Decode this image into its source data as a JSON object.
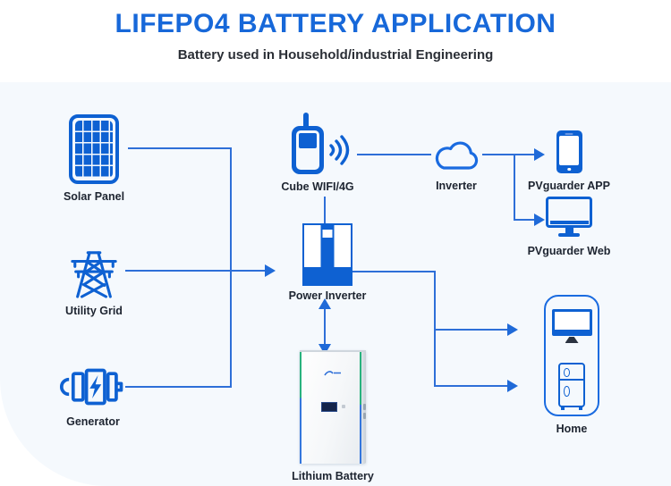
{
  "header": {
    "title": "LIFEPO4 BATTERY APPLICATION",
    "subtitle": "Battery used in Household/industrial Engineering"
  },
  "colors": {
    "title_blue": "#1768d9",
    "icon_blue": "#0e61d2",
    "line_blue": "#2e6fd8",
    "outline_blue": "#1a6be0",
    "label_dark": "#1d2430",
    "panel_bg": "#f5f9fd",
    "battery_green": "#29b27e"
  },
  "nodes": {
    "solar_panel": {
      "label": "Solar Panel",
      "icon": "solar-panel-icon"
    },
    "utility_grid": {
      "label": "Utility Grid",
      "icon": "transmission-tower-icon"
    },
    "generator": {
      "label": "Generator",
      "icon": "generator-icon"
    },
    "cube_wifi": {
      "label": "Cube WIFI/4G",
      "icon": "wifi-device-icon"
    },
    "power_inverter": {
      "label": "Power Inverter",
      "icon": "inverter-unit-icon"
    },
    "cloud": {
      "label": "Inverter",
      "icon": "cloud-icon"
    },
    "pvguarder_app": {
      "label": "PVguarder APP",
      "icon": "smartphone-icon"
    },
    "pvguarder_web": {
      "label": "PVguarder Web",
      "icon": "monitor-icon"
    },
    "lithium_battery": {
      "label": "Lithium Battery",
      "icon": "battery-cabinet-image"
    },
    "home": {
      "label": "Home",
      "icon": "home-appliances-icon"
    }
  },
  "edges": [
    {
      "from": "solar_panel",
      "to": "power_inverter",
      "arrow": "end"
    },
    {
      "from": "utility_grid",
      "to": "power_inverter",
      "arrow": "end"
    },
    {
      "from": "generator",
      "to": "power_inverter",
      "arrow": "end"
    },
    {
      "from": "cube_wifi",
      "to": "power_inverter",
      "arrow": "none"
    },
    {
      "from": "cube_wifi",
      "to": "cloud",
      "arrow": "none"
    },
    {
      "from": "cloud",
      "to": "pvguarder_app",
      "arrow": "end"
    },
    {
      "from": "cloud",
      "to": "pvguarder_web",
      "arrow": "end"
    },
    {
      "from": "power_inverter",
      "to": "lithium_battery",
      "arrow": "both"
    },
    {
      "from": "power_inverter",
      "to": "home",
      "arrow": "end"
    }
  ]
}
